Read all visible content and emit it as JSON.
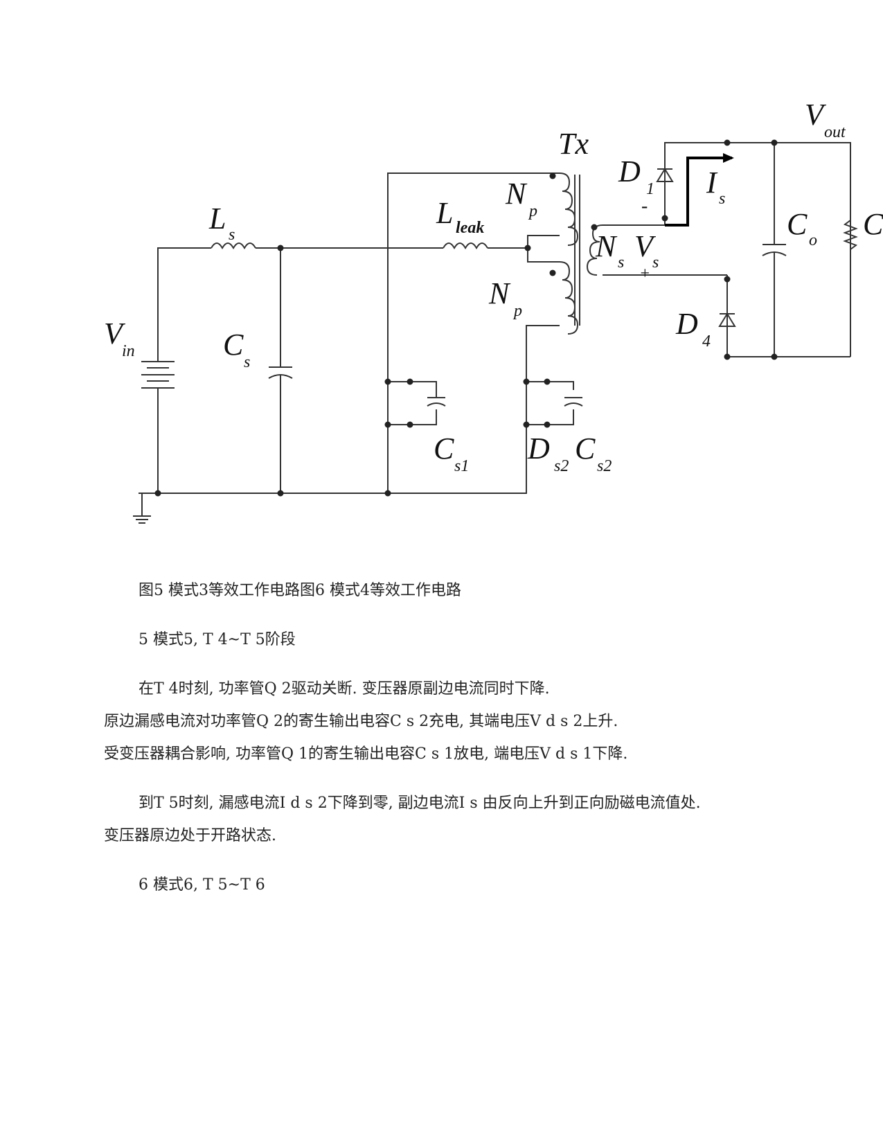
{
  "figure": {
    "labels": {
      "tx": "Tx",
      "vout": "V",
      "vout_sub": "out",
      "d1": "D",
      "d1_sub": "1",
      "is": "I",
      "is_sub": "s",
      "ls": "L",
      "ls_sub": "s",
      "lleak": "L",
      "lleak_sub": "leak",
      "np1": "N",
      "np1_sub": "p",
      "ns": "N",
      "ns_sub": "s",
      "vs": "V",
      "vs_sub": "s",
      "vs_minus": "-",
      "vs_plus": "+",
      "co": "C",
      "co_sub": "o",
      "c_partial": "C",
      "np2": "N",
      "np2_sub": "p",
      "vin": "V",
      "vin_sub": "in",
      "cs": "C",
      "cs_sub": "s",
      "d4": "D",
      "d4_sub": "4",
      "cs1": "C",
      "cs1_sub": "s1",
      "ds2": "D",
      "ds2_sub": "s2",
      "cs2": "C",
      "cs2_sub": "s2"
    }
  },
  "text": {
    "caption": "图5 模式3等效工作电路图6 模式4等效工作电路",
    "heading5": "5 模式5, T 4~T 5阶段",
    "para1_line1": "在T 4时刻, 功率管Q 2驱动关断. 变压器原副边电流同时下降.",
    "para1_line2": "原边漏感电流对功率管Q 2的寄生输出电容C s 2充电, 其端电压V d s 2上升.",
    "para1_line3": "受变压器耦合影响, 功率管Q 1的寄生输出电容C s 1放电, 端电压V d s 1下降.",
    "para2_line1": "到T 5时刻, 漏感电流I d s 2下降到零, 副边电流I s 由反向上升到正向励磁电流值处.",
    "para2_line2": "变压器原边处于开路状态.",
    "heading6": "6 模式6, T 5~T 6"
  }
}
